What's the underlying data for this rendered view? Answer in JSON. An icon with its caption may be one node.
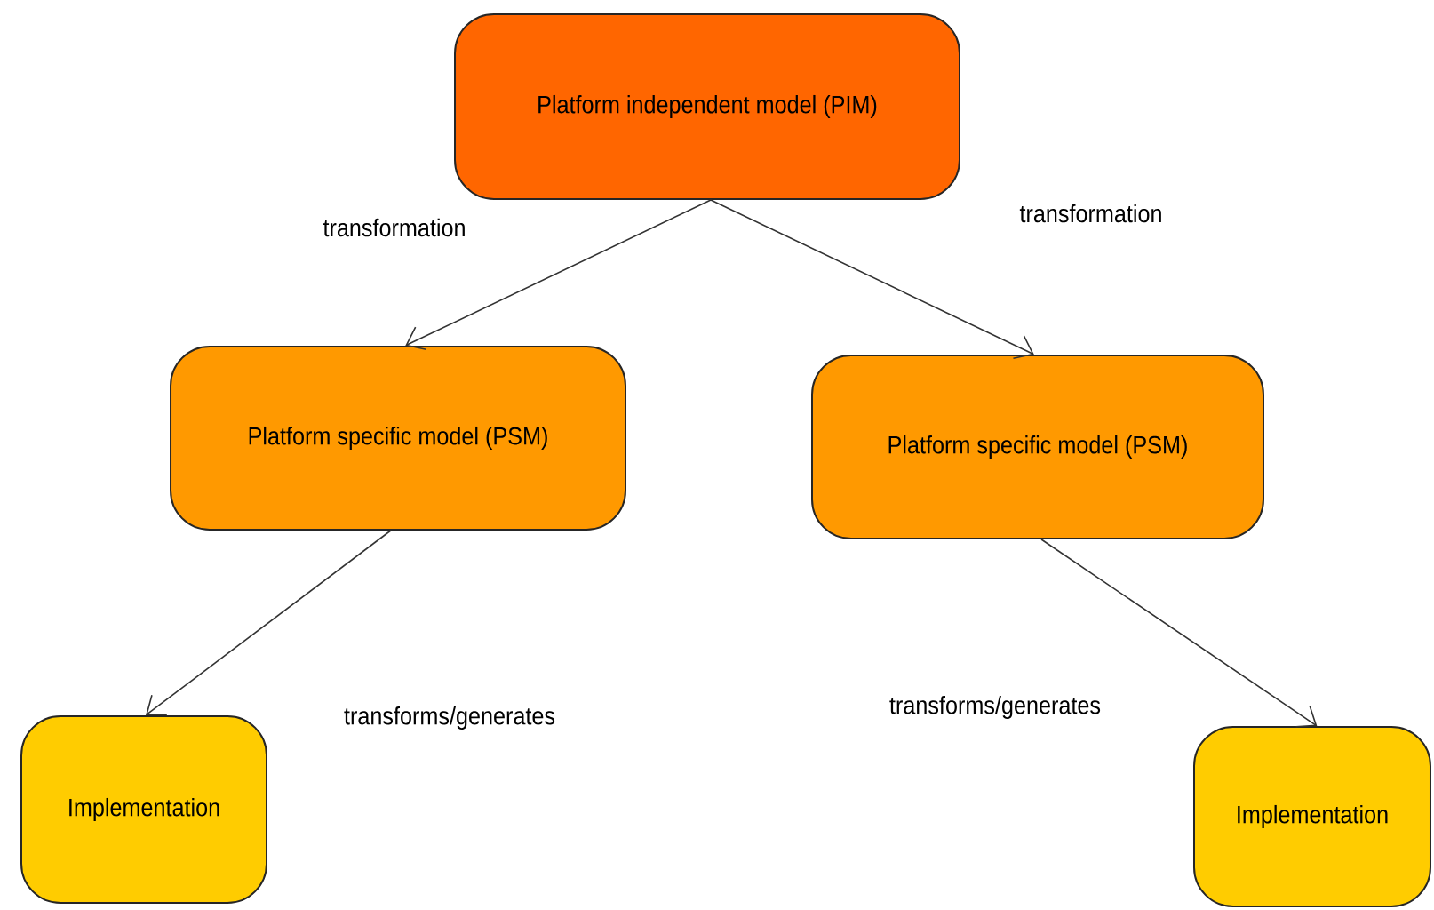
{
  "diagram": {
    "nodes": [
      {
        "text": [
          "Platform independent model (PIM)"
        ]
      },
      {
        "text": [
          "Platform specific model (PSM)"
        ]
      },
      {
        "text": [
          "Platform specific model (PSM)"
        ]
      },
      {
        "text": [
          "Implementation"
        ]
      },
      {
        "text": [
          "Implementation"
        ]
      }
    ],
    "edges": [
      {
        "from": 0,
        "to": 1,
        "arrow": "to",
        "label": "transformation"
      },
      {
        "from": 0,
        "to": 2,
        "arrow": "to",
        "label": "transformation"
      },
      {
        "from": 1,
        "to": 3,
        "arrow": "to",
        "label": "transforms/generates"
      },
      {
        "from": 2,
        "to": 4,
        "arrow": "to",
        "label": "transforms/generates"
      }
    ]
  }
}
